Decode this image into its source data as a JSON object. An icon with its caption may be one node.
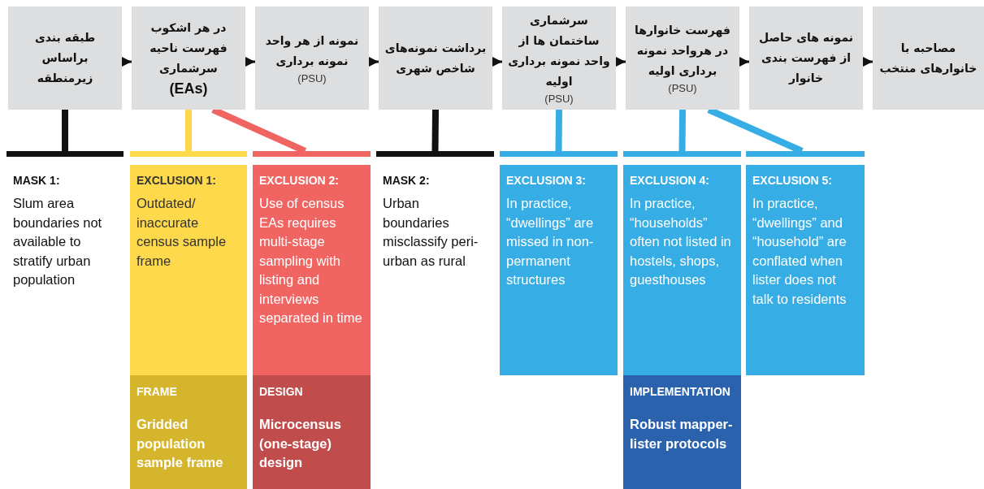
{
  "diagram": {
    "nodes": [
      {
        "text": [
          "طبقه بندی براساس زیرمنطقه"
        ]
      },
      {
        "text": [
          "در هر اشکوب فهرست ناحیه سرشماری",
          "(EAs)"
        ]
      },
      {
        "text": [
          "نمونه از هر واحد نمونه برداری",
          "(PSU)"
        ]
      },
      {
        "text": [
          "برداشت نمونه‌های شاخص شهری"
        ]
      },
      {
        "text": [
          "سرشماری ساختمان ها از واحد نمونه برداری اولیه",
          "(PSU)"
        ]
      },
      {
        "text": [
          "فهرست خانوارها در هرواحد نمونه برداری اولیه",
          "(PSU)"
        ]
      },
      {
        "text": [
          "نمونه های حاصل از فهرست بندی خانوار"
        ]
      },
      {
        "text": [
          "مصاحبه با خانوارهای منتخب"
        ]
      },
      {
        "text": [
          "MASK 1:",
          "Slum area boundaries not available to stratify urban population"
        ]
      },
      {
        "text": [
          "EXCLUSION 1:",
          "Outdated/ inaccurate census sample frame"
        ]
      },
      {
        "text": [
          "EXCLUSION 2:",
          "Use of census EAs requires multi-stage sampling with listing and interviews separated in time"
        ]
      },
      {
        "text": [
          "MASK 2:",
          "Urban boundaries misclassify peri-urban as rural"
        ]
      },
      {
        "text": [
          "EXCLUSION 3:",
          "In practice, “dwellings” are missed in non-permanent structures"
        ]
      },
      {
        "text": [
          "EXCLUSION 4:",
          "In practice, “households” often not listed in hostels, shops, guesthouses"
        ]
      },
      {
        "text": [
          "EXCLUSION 5:",
          "In practice, “dwellings” and “household” are conflated when lister does not talk to residents"
        ]
      },
      {
        "text": [
          "FRAME",
          "Gridded population sample frame"
        ]
      },
      {
        "text": [
          "DESIGN",
          "Microcensus (one-stage) design"
        ]
      },
      {
        "text": [
          "IMPLEMENTATION",
          "Robust mapper-lister protocols"
        ]
      }
    ],
    "edges": [
      {
        "from": 0,
        "to": 1,
        "arrow": "to"
      },
      {
        "from": 1,
        "to": 2,
        "arrow": "to"
      },
      {
        "from": 2,
        "to": 3,
        "arrow": "to"
      },
      {
        "from": 3,
        "to": 4,
        "arrow": "to"
      },
      {
        "from": 4,
        "to": 5,
        "arrow": "to"
      },
      {
        "from": 5,
        "to": 6,
        "arrow": "to"
      },
      {
        "from": 6,
        "to": 7,
        "arrow": "to"
      },
      {
        "from": 0,
        "to": 8,
        "arrow": "none",
        "style": "thick"
      },
      {
        "from": 1,
        "to": 9,
        "arrow": "none",
        "style": "thick",
        "color": "#fdd94b"
      },
      {
        "from": 1,
        "to": 10,
        "arrow": "none",
        "style": "thick",
        "color": "#f06461"
      },
      {
        "from": 3,
        "to": 11,
        "arrow": "none",
        "style": "thick"
      },
      {
        "from": 4,
        "to": 12,
        "arrow": "none",
        "style": "thick",
        "color": "#36ade4"
      },
      {
        "from": 5,
        "to": 13,
        "arrow": "none",
        "style": "thick",
        "color": "#36ade4"
      },
      {
        "from": 5,
        "to": 14,
        "arrow": "none",
        "style": "thick",
        "color": "#36ade4"
      }
    ]
  }
}
